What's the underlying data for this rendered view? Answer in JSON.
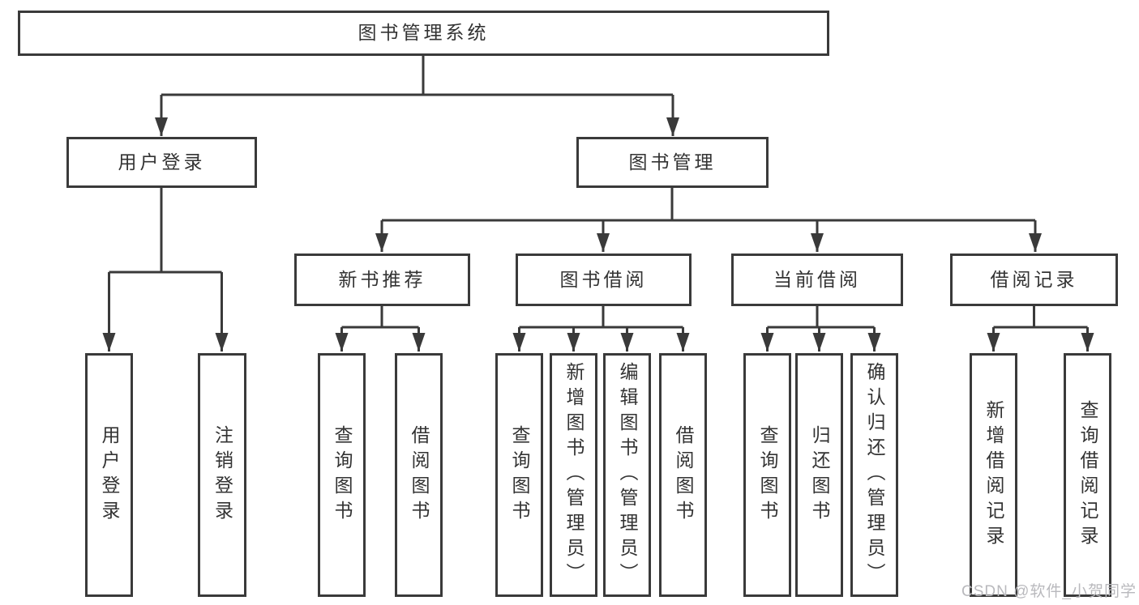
{
  "tree": {
    "label": "图书管理系统",
    "children": [
      {
        "label": "用户登录",
        "children": [
          {
            "label": "用户登录"
          },
          {
            "label": "注销登录"
          }
        ]
      },
      {
        "label": "图书管理",
        "children": [
          {
            "label": "新书推荐",
            "children": [
              {
                "label": "查询图书"
              },
              {
                "label": "借阅图书"
              }
            ]
          },
          {
            "label": "图书借阅",
            "children": [
              {
                "label": "查询图书"
              },
              {
                "label": "新增图书（管理员）"
              },
              {
                "label": "编辑图书（管理员）"
              },
              {
                "label": "借阅图书"
              }
            ]
          },
          {
            "label": "当前借阅",
            "children": [
              {
                "label": "查询图书"
              },
              {
                "label": "归还图书"
              },
              {
                "label": "确认归还（管理员）"
              }
            ]
          },
          {
            "label": "借阅记录",
            "children": [
              {
                "label": "新增借阅记录"
              },
              {
                "label": "查询借阅记录"
              }
            ]
          }
        ]
      }
    ]
  },
  "watermark": {
    "text": "CSDN @软件_小贺同学"
  },
  "colors": {
    "line": "#3a3a3a",
    "text": "#333333",
    "watermark": "#b9b9bd",
    "background": "#ffffff"
  }
}
